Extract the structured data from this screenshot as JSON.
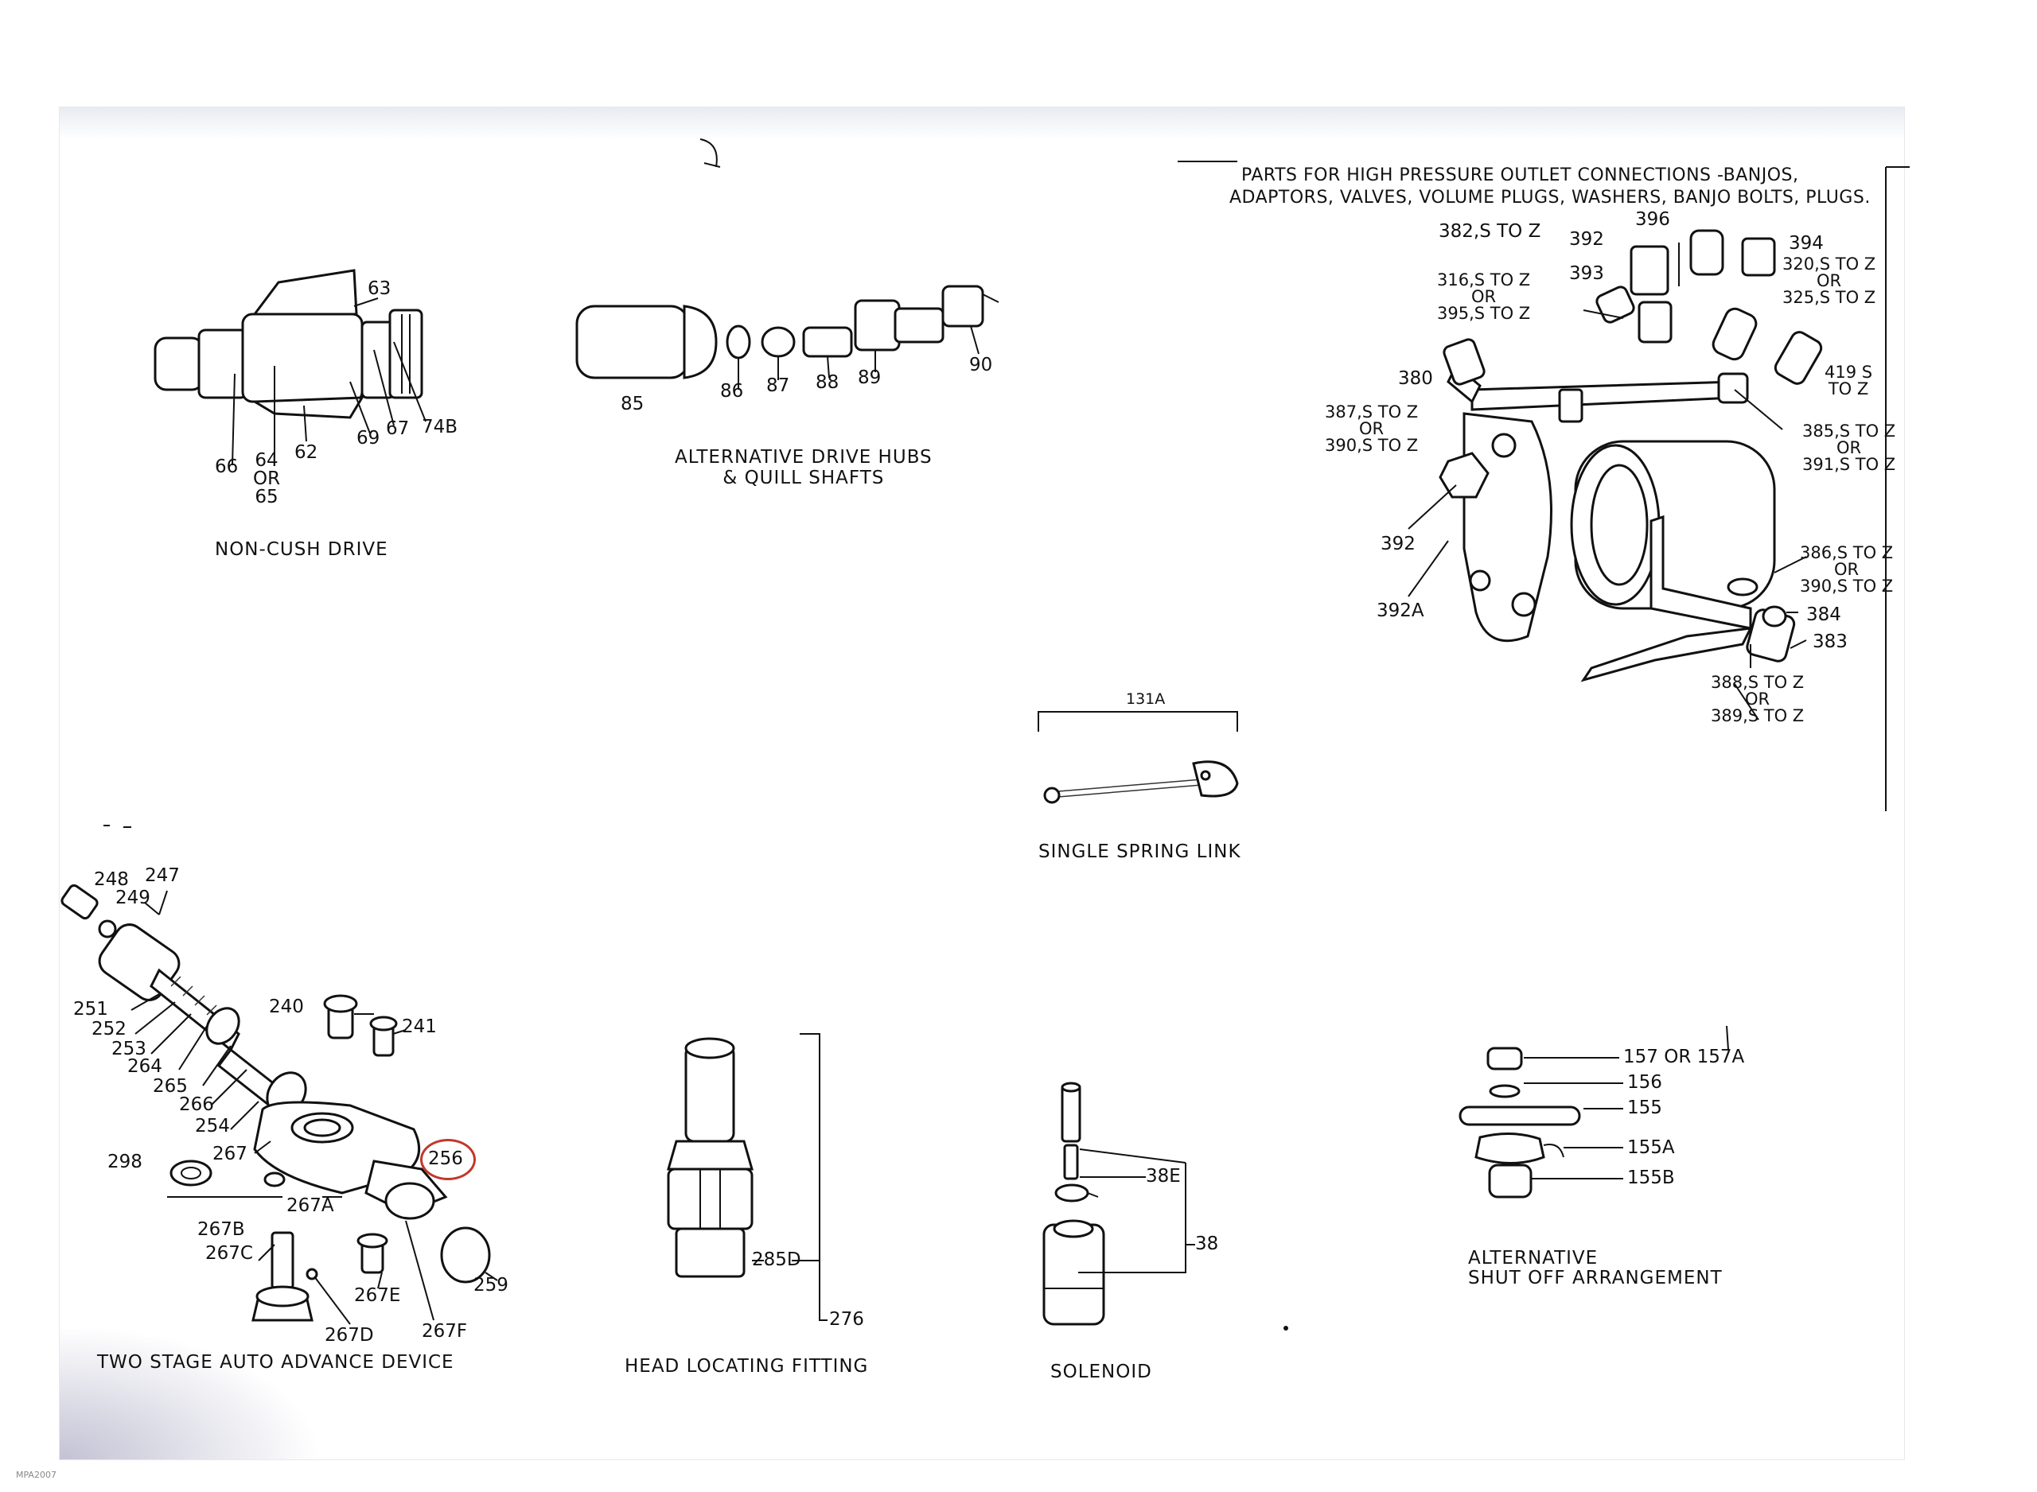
{
  "sections": {
    "non_cush": {
      "caption": "NON-CUSH DRIVE",
      "parts": [
        "63",
        "66",
        "64\nOR\n65",
        "62",
        "69",
        "67",
        "74B"
      ]
    },
    "drive_hubs": {
      "caption": "ALTERNATIVE DRIVE HUBS\n& QUILL SHAFTS",
      "parts": [
        "85",
        "86",
        "87",
        "88",
        "89",
        "90"
      ]
    },
    "hp_outlet": {
      "caption_line1": "PARTS FOR HIGH PRESSURE OUTLET CONNECTIONS -BANJOS,",
      "caption_line2": "ADAPTORS, VALVES, VOLUME PLUGS, WASHERS, BANJO BOLTS, PLUGS.",
      "parts": [
        "396",
        "382,S TO Z",
        "392",
        "394",
        "320,S TO Z\nOR\n325,S TO Z",
        "393",
        "316,S TO Z\nOR\n395,S TO Z",
        "380",
        "419 S\nTO Z",
        "387,S TO Z\nOR\n390,S TO Z",
        "385,S TO Z\nOR\n391,S TO Z",
        "392",
        "392A",
        "386,S TO Z\nOR\n390,S TO Z",
        "384",
        "383",
        "388,S TO Z\nOR\n389,S TO Z"
      ]
    },
    "spring_link": {
      "caption": "SINGLE SPRING LINK",
      "parts": [
        "131A"
      ]
    },
    "auto_advance": {
      "caption": "TWO STAGE AUTO ADVANCE DEVICE",
      "parts": [
        "248",
        "247",
        "249",
        "251",
        "252",
        "253",
        "264",
        "265",
        "266",
        "254",
        "240",
        "241",
        "267",
        "298",
        "256",
        "267A",
        "267B",
        "267C",
        "267E",
        "259",
        "267D",
        "267F"
      ],
      "highlighted_part": "256"
    },
    "head_locating": {
      "caption": "HEAD LOCATING FITTING",
      "parts": [
        "285D",
        "276"
      ]
    },
    "solenoid": {
      "caption": "SOLENOID",
      "parts": [
        "38E",
        "38"
      ]
    },
    "shut_off": {
      "caption": "ALTERNATIVE\nSHUT OFF ARRANGEMENT",
      "parts": [
        "157 OR 157A",
        "156",
        "155",
        "155A",
        "155B"
      ]
    }
  },
  "footer_tag": "MPA2007",
  "colors": {
    "ink": "#111111",
    "highlight": "#c0392b",
    "paper": "#ffffff"
  }
}
